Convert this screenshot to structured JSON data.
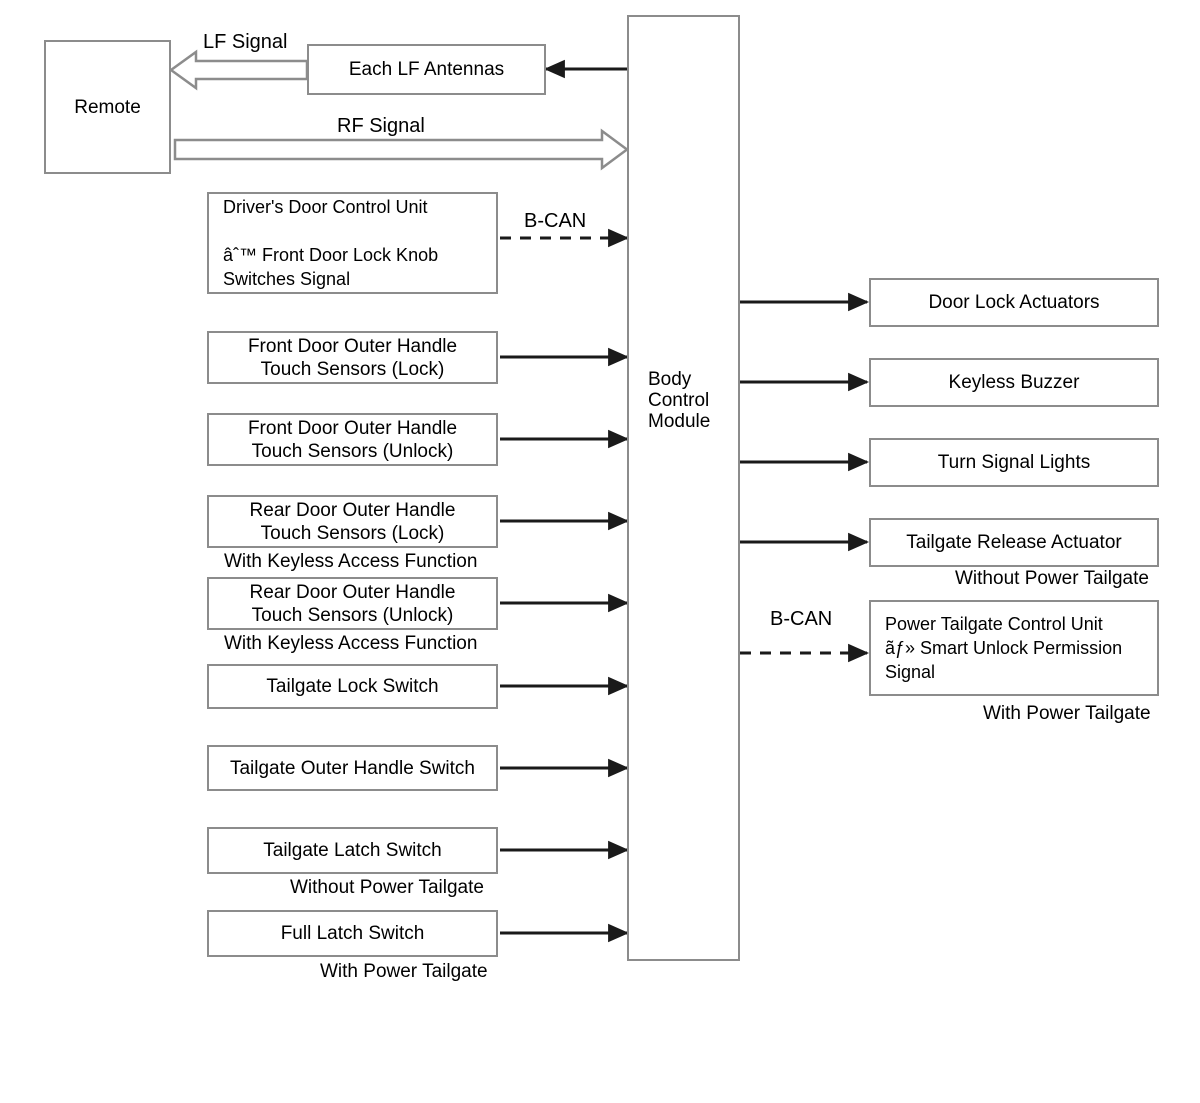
{
  "diagram": {
    "title": "Keyless Access System Block Diagram",
    "colors": {
      "box_border": "#8c8c8c",
      "line": "#1a1a1a",
      "background": "#ffffff"
    },
    "hub": {
      "label": "Body\nControl\nModule",
      "name": "body-control-module"
    },
    "remote": {
      "label": "Remote"
    },
    "antenna": {
      "label": "Each LF Antennas"
    },
    "signals": {
      "lf": "LF Signal",
      "rf": "RF Signal",
      "bcan_left": "B-CAN",
      "bcan_right": "B-CAN"
    },
    "inputs": [
      {
        "label": "Driver's Door Control Unit\n\nâˆ™ Front Door Lock Knob\nSwitches Signal",
        "caption": "",
        "link": "dashed"
      },
      {
        "label": "Front Door Outer Handle\nTouch Sensors (Lock)",
        "caption": "",
        "link": "solid"
      },
      {
        "label": "Front Door Outer Handle\nTouch Sensors (Unlock)",
        "caption": "",
        "link": "solid"
      },
      {
        "label": "Rear Door Outer Handle\nTouch Sensors (Lock)",
        "caption": "With Keyless Access Function",
        "link": "solid"
      },
      {
        "label": "Rear Door Outer Handle\nTouch Sensors (Unlock)",
        "caption": "With Keyless Access Function",
        "link": "solid"
      },
      {
        "label": "Tailgate Lock Switch",
        "caption": "",
        "link": "solid"
      },
      {
        "label": "Tailgate Outer Handle Switch",
        "caption": "",
        "link": "solid"
      },
      {
        "label": "Tailgate Latch Switch",
        "caption": "Without Power Tailgate",
        "link": "solid"
      },
      {
        "label": "Full Latch Switch",
        "caption": "With Power Tailgate",
        "link": "solid"
      }
    ],
    "outputs": [
      {
        "label": "Door Lock Actuators",
        "caption": "",
        "link": "solid"
      },
      {
        "label": "Keyless Buzzer",
        "caption": "",
        "link": "solid"
      },
      {
        "label": "Turn Signal Lights",
        "caption": "",
        "link": "solid"
      },
      {
        "label": "Tailgate Release Actuator",
        "caption": "Without Power Tailgate",
        "link": "solid"
      },
      {
        "label": "Power Tailgate Control Unit\nãƒ» Smart Unlock Permission\nSignal",
        "caption": "With Power Tailgate",
        "link": "dashed"
      }
    ]
  }
}
